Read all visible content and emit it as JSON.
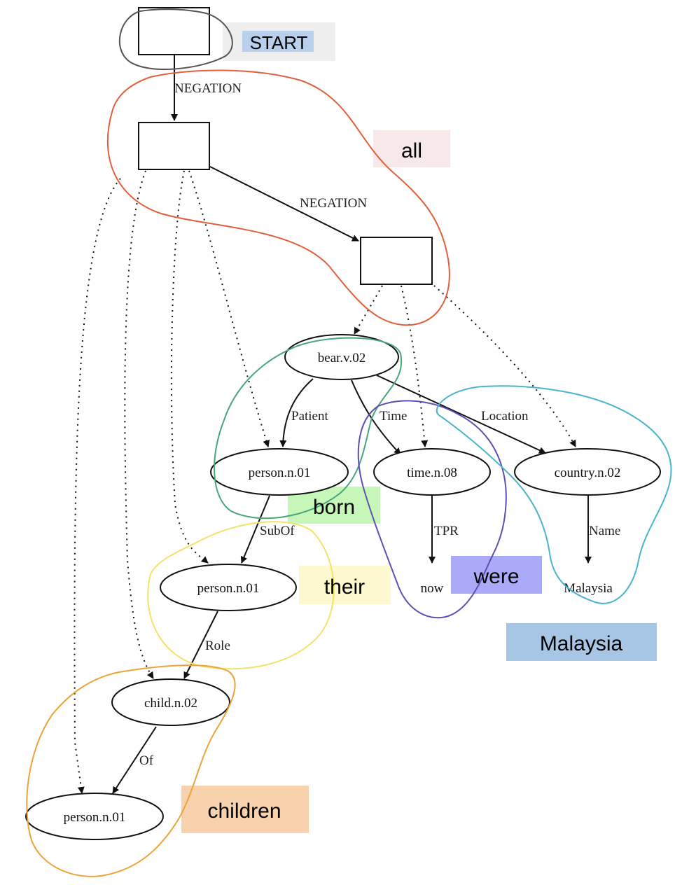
{
  "nodes": {
    "bear": "bear.v.02",
    "person_top": "person.n.01",
    "time": "time.n.08",
    "country": "country.n.02",
    "person_mid": "person.n.01",
    "child": "child.n.02",
    "person_bottom": "person.n.01",
    "now": "now",
    "malaysia_const": "Malaysia"
  },
  "edges": {
    "start_negation": "NEGATION",
    "box_negation": "NEGATION",
    "patient": "Patient",
    "time": "Time",
    "location": "Location",
    "subof": "SubOf",
    "tpr": "TPR",
    "name": "Name",
    "role": "Role",
    "of": "Of"
  },
  "tags": {
    "start": "START",
    "all": "all",
    "born": "born",
    "their": "their",
    "were": "were",
    "malaysia": "Malaysia",
    "children": "children"
  },
  "colors": {
    "start_blob": "#555555",
    "all_blob": "#e0603c",
    "born_blob": "#4aa57a",
    "their_blob": "#f2e36a",
    "were_blob": "#5f4fb3",
    "malaysia_blob": "#4bb4cc",
    "children_blob": "#eaa43a",
    "start_tag_bg": "#eeeeee",
    "start_tag_highlight": "#b8d0ec",
    "all_tag_bg": "#f7e9e9",
    "born_tag_bg": "#c6f7b9",
    "their_tag_bg": "#fdf8cf",
    "were_tag_bg": "#aaaaf8",
    "malaysia_tag_bg": "#a7c5e4",
    "children_tag_bg": "#f7d2ad"
  }
}
